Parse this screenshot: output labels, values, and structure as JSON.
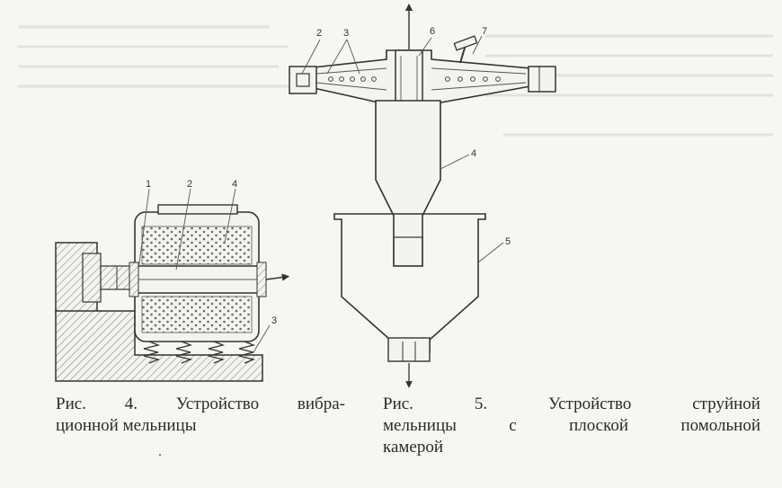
{
  "figure4": {
    "caption_line1_words": [
      "Рис.",
      "4.",
      "Устройство",
      "вибра-"
    ],
    "caption_line2": "ционной мельницы",
    "labels": [
      "1",
      "2",
      "4",
      "3"
    ]
  },
  "figure5": {
    "caption_line1_words": [
      "Рис.",
      "5.",
      "Устройство",
      "струйной"
    ],
    "caption_line2_words": [
      "мельницы",
      "с",
      "плоской",
      "помольной"
    ],
    "caption_line3": "камерой",
    "labels": [
      "2",
      "3",
      "6",
      "7",
      "4",
      "5"
    ]
  },
  "stray_mark": "."
}
